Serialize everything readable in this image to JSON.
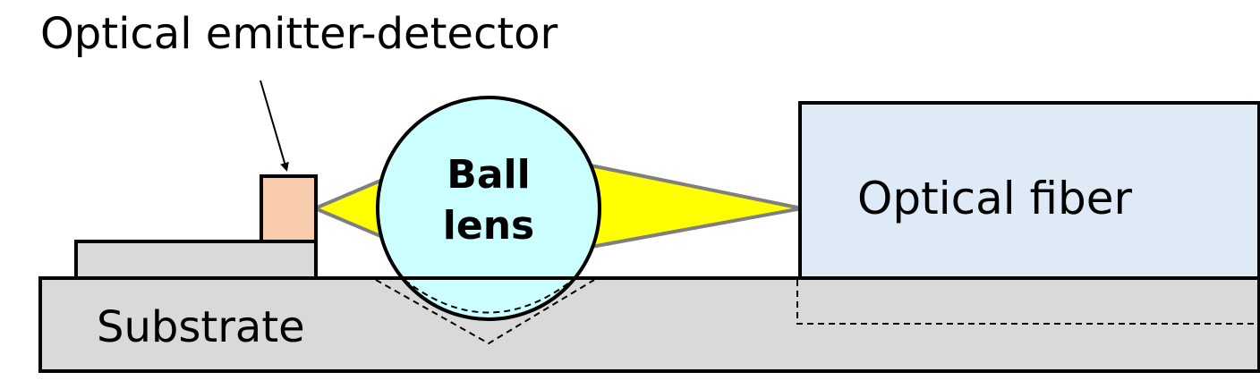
{
  "labels": {
    "emitter": "Optical emitter-detector",
    "ball_line1": "Ball",
    "ball_line2": "lens",
    "fiber": "Optical fiber",
    "substrate": "Substrate"
  },
  "colors": {
    "substrate": "#d9d9d9",
    "emitter_chip": "#f8cbad",
    "ball_lens": "#ccffff",
    "fiber": "#deebf7",
    "light_beam": "#ffff00",
    "beam_outline": "#7f7f7f",
    "outline": "#000000"
  }
}
